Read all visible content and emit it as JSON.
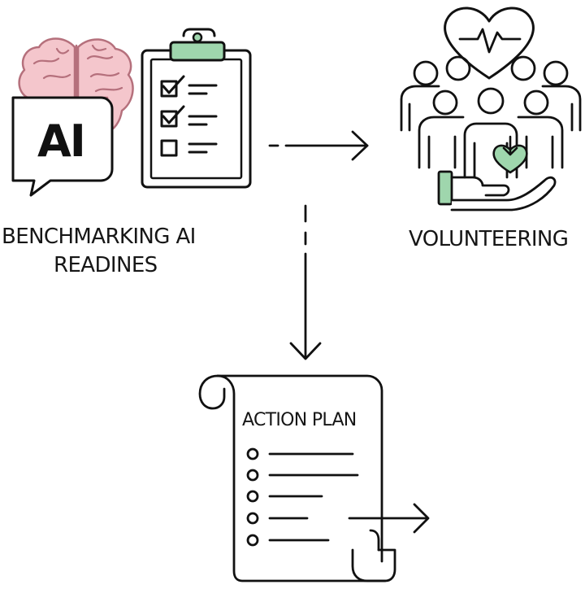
{
  "labels": {
    "ai_badge": "AI",
    "benchmarking_line1": "BENCHMARKING AI",
    "benchmarking_line2": "READINES",
    "volunteering": "VOLUNTEERING",
    "action_plan": "ACTION PLAN"
  },
  "colors": {
    "stroke": "#111111",
    "brain_fill": "#f4c6cc",
    "green_accent": "#9fd6ad",
    "background": "#ffffff"
  },
  "icons": [
    "brain-icon",
    "ai-chat-bubble-icon",
    "clipboard-checklist-icon",
    "heart-pulse-icon",
    "volunteers-group-icon",
    "caring-hand-icon",
    "scroll-document-icon"
  ]
}
